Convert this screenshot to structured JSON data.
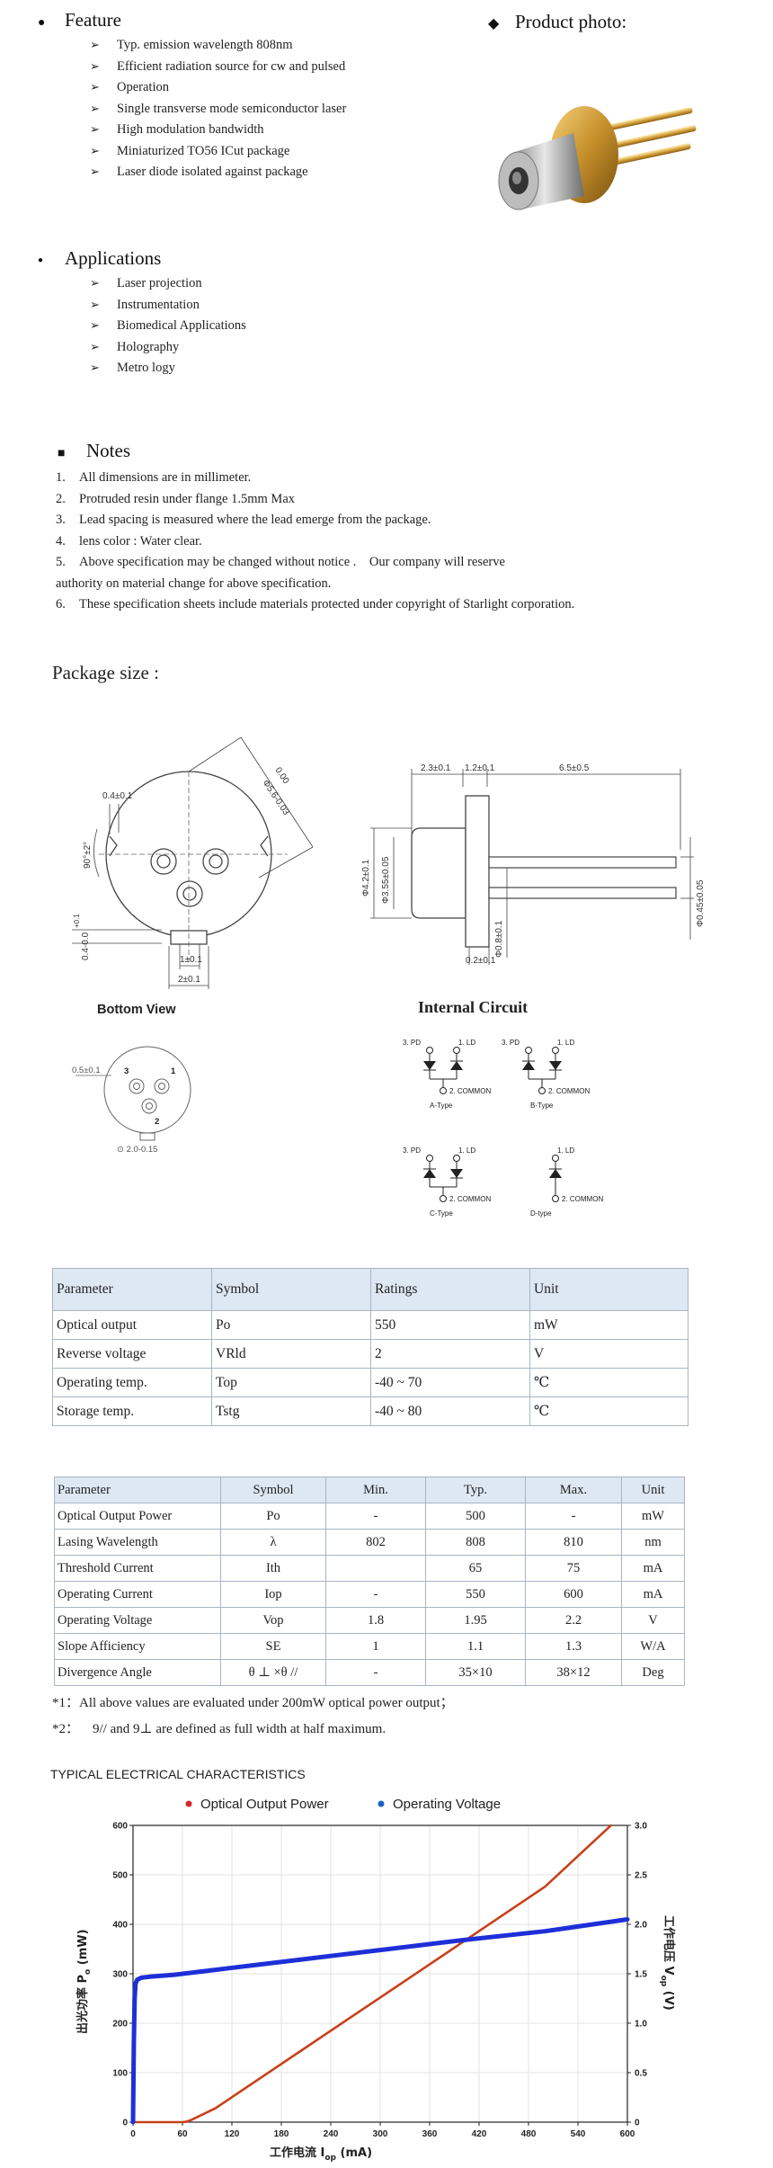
{
  "feature": {
    "title": "Feature",
    "items": [
      "Typ. emission wavelength 808nm",
      "Efficient radiation source for cw and pulsed",
      "Operation",
      "Single transverse mode semiconductor laser",
      "High modulation bandwidth",
      "Miniaturized TO56 ICut package",
      "Laser diode isolated against package"
    ]
  },
  "product_photo": {
    "title": "Product photo:"
  },
  "applications": {
    "title": "Applications",
    "items": [
      "Laser projection",
      "Instrumentation",
      "Biomedical Applications",
      "Holography",
      "Metro logy"
    ]
  },
  "notes": {
    "title": "Notes",
    "items": [
      {
        "num": "1.",
        "text": "All dimensions are in millimeter."
      },
      {
        "num": "2.",
        "text": "Protruded resin under flange 1.5mm Max"
      },
      {
        "num": "3.",
        "text": "Lead spacing is measured where the lead emerge from the package."
      },
      {
        "num": "4.",
        "text": "lens color : Water clear."
      },
      {
        "num": "5.",
        "text": "Above specification may be changed without notice .    Our company will reserve"
      },
      {
        "num": "",
        "text": "authority on material change for above specification."
      },
      {
        "num": "6.",
        "text": "These specification sheets include materials protected under copyright of Starlight corporation."
      }
    ]
  },
  "package": {
    "title": "Package size :",
    "front_dims": [
      "0.4±0.1",
      "90°±2°",
      "Φ5.6-0.03",
      "0.00",
      "+0.1",
      "0.4-0.0",
      "1±0.1",
      "2±0.1"
    ],
    "side_dims": [
      "2.3±0.1",
      "1.2±0.1",
      "6.5±0.5",
      "Φ4.2±0.1",
      "Φ3.55±0.05",
      "Φ0.45±0.05",
      "Φ0.8±0.1",
      "0.2±0.1"
    ],
    "bottom_view_title": "Bottom View",
    "bottom_dims": [
      "0.5±0.1",
      "3",
      "1",
      "2",
      "2.0-0.15"
    ],
    "circuit_title": "Internal Circuit",
    "circuit": {
      "pd": "3. PD",
      "ld": "1. LD",
      "common": "2. COMMON",
      "types": [
        "A-Type",
        "B-Type",
        "C-Type",
        "D-type"
      ]
    }
  },
  "ratings_table": {
    "headers": [
      "Parameter",
      "Symbol",
      "Ratings",
      "Unit"
    ],
    "rows": [
      [
        "Optical output",
        "Po",
        "550",
        "mW"
      ],
      [
        "Reverse voltage",
        "VRld",
        "2",
        "V"
      ],
      [
        "Operating temp.",
        "Top",
        "-40 ~ 70",
        "℃"
      ],
      [
        "Storage temp.",
        "Tstg",
        "-40 ~ 80",
        "℃"
      ]
    ]
  },
  "optical_table": {
    "headers": [
      "Parameter",
      "Symbol",
      "Min.",
      "Typ.",
      "Max.",
      "Unit"
    ],
    "rows": [
      [
        "Optical Output Power",
        "Po",
        "-",
        "500",
        "-",
        "mW"
      ],
      [
        "Lasing Wavelength",
        "λ",
        "802",
        "808",
        "810",
        "nm"
      ],
      [
        "Threshold Current",
        "Ith",
        "",
        "65",
        "75",
        "mA"
      ],
      [
        "Operating Current",
        "Iop",
        "-",
        "550",
        "600",
        "mA"
      ],
      [
        "Operating Voltage",
        "Vop",
        "1.8",
        "1.95",
        "2.2",
        "V"
      ],
      [
        "Slope Afficiency",
        "SE",
        "1",
        "1.1",
        "1.3",
        "W/A"
      ],
      [
        "Divergence Angle",
        "θ ⊥ ×θ //",
        "-",
        "35×10",
        "38×12",
        "Deg"
      ]
    ],
    "footnotes": [
      "*1：All above values are evaluated under 200mW optical power output；",
      "*2：    9// and 9⊥ are defined as full width at half maximum."
    ]
  },
  "chart_title": "TYPICAL ELECTRICAL CHARACTERISTICS",
  "chart_data": {
    "type": "line",
    "xlabel": "工作电流 Iop (mA)",
    "ylabel": "出光功率 Po (mW)",
    "y2label": "工作电压 Vop (V)",
    "xlim": [
      0,
      600
    ],
    "ylim": [
      0,
      600
    ],
    "y2lim": [
      0,
      3.0
    ],
    "x_ticks": [
      0,
      60,
      120,
      180,
      240,
      300,
      360,
      420,
      480,
      540,
      600
    ],
    "y_ticks": [
      0,
      100,
      200,
      300,
      400,
      500,
      600
    ],
    "y2_ticks": [
      "0",
      "0.5",
      "1.0",
      "1.5",
      "2.0",
      "2.5",
      "3.0"
    ],
    "legend_position": "top",
    "series": [
      {
        "name": "Optical Output Power",
        "axis": "left",
        "color": "#c8401a",
        "x": [
          0,
          60,
          65,
          70,
          80,
          100,
          200,
          300,
          400,
          500,
          580
        ],
        "y": [
          0,
          0,
          1,
          4,
          12,
          28,
          140,
          252,
          364,
          476,
          600
        ]
      },
      {
        "name": "Operating Voltage",
        "axis": "right",
        "color": "#1e2fd8",
        "x": [
          0,
          1,
          2,
          3,
          5,
          10,
          20,
          50,
          100,
          200,
          300,
          400,
          500,
          600
        ],
        "y": [
          0,
          0.8,
          1.25,
          1.4,
          1.44,
          1.46,
          1.47,
          1.49,
          1.54,
          1.64,
          1.74,
          1.84,
          1.93,
          2.05
        ]
      }
    ],
    "legend_marker_colors": [
      "#d9262c",
      "#1565c0"
    ],
    "grid": true
  }
}
